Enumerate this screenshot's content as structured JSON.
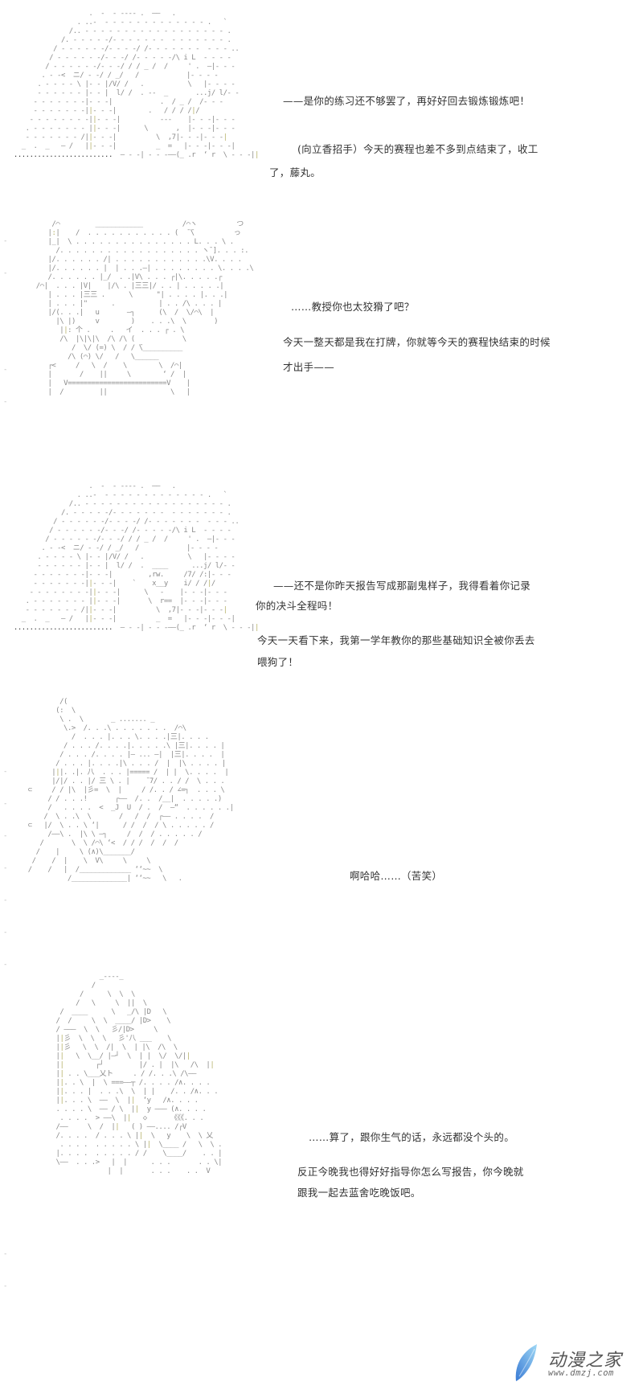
{
  "panels": [
    {
      "id": "panel-1",
      "art_subject": "hooded-character-ascii-art",
      "lines": [
        "——是你的练习还不够罢了，再好好回去锻炼锻炼吧！",
        "(向立香招手）今天的赛程也差不多到点结束了，收工",
        "了，藤丸。"
      ]
    },
    {
      "id": "panel-2",
      "art_subject": "twin-bun-character-ascii-art",
      "lines": [
        "……教授你也太狡猾了吧？",
        "今天一整天都是我在打牌，你就等今天的赛程快结束的时候",
        "才出手——"
      ]
    },
    {
      "id": "panel-3",
      "art_subject": "hooded-character-ascii-art",
      "lines": [
        "——还不是你昨天报告写成那副鬼样子，我得看着你记录",
        "你的决斗全程吗！",
        "今天一天看下来，我第一学年教你的那些基础知识全被你丢去",
        "喂狗了！"
      ]
    },
    {
      "id": "panel-4",
      "art_subject": "short-hair-character-ascii-art",
      "lines": [
        "啊哈哈……（苦笑）"
      ]
    },
    {
      "id": "panel-5",
      "art_subject": "long-hair-character-ascii-art",
      "lines": [
        "……算了，跟你生气的话，永远都没个头的。",
        "反正今晚我也得好好指导你怎么写报告，你今晚就",
        "跟我一起去蓝舍吃晚饭吧。"
      ]
    }
  ],
  "watermark": {
    "name": "动漫之家",
    "url": "www.dmzj.com",
    "accent_color": "#4a90e2"
  },
  "colors": {
    "background": "#ffffff",
    "text": "#333333",
    "art": "#8a8a8a",
    "art_accent": "#b6b26a"
  }
}
